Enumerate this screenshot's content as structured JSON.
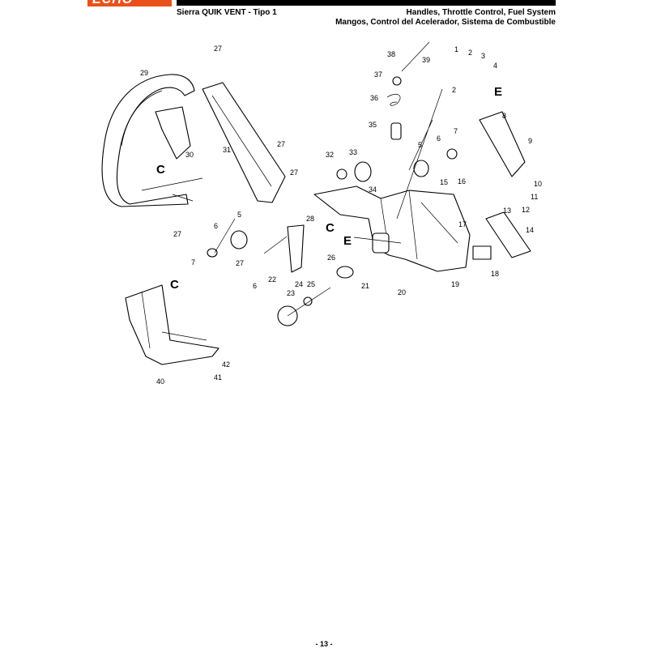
{
  "header": {
    "brand": "ECHO",
    "brand_color": "#e8521a",
    "title_left": "Sierra QUIK VENT - Tipo 1",
    "title_right_1": "Handles, Throttle Control, Fuel System",
    "title_right_2": "Mangos, Control del Acelerador, Sistema de Combustible"
  },
  "diagram": {
    "parts": [
      "1",
      "2",
      "3",
      "4",
      "2",
      "5",
      "6",
      "7",
      "8",
      "9",
      "10",
      "11",
      "12",
      "13",
      "14",
      "15",
      "16",
      "17",
      "18",
      "19",
      "20",
      "21",
      "22",
      "23",
      "24",
      "25",
      "26",
      "27",
      "27",
      "27",
      "27",
      "27",
      "28",
      "29",
      "30",
      "31",
      "32",
      "33",
      "34",
      "35",
      "36",
      "37",
      "38",
      "39",
      "40",
      "41",
      "42",
      "5",
      "6",
      "7",
      "6"
    ],
    "refs": [
      "E",
      "E",
      "C",
      "C",
      "C"
    ]
  },
  "footer": {
    "page_number": "- 13 -"
  }
}
